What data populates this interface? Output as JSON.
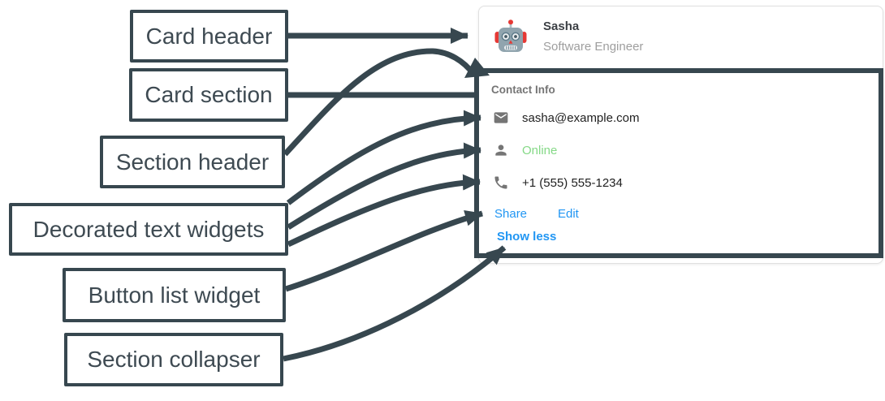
{
  "diagram": {
    "labels": [
      {
        "id": "card-header",
        "text": "Card header"
      },
      {
        "id": "card-section",
        "text": "Card section"
      },
      {
        "id": "section-header",
        "text": "Section header"
      },
      {
        "id": "decorated-text-widgets",
        "text": "Decorated text widgets"
      },
      {
        "id": "button-list-widget",
        "text": "Button list widget"
      },
      {
        "id": "section-collapser",
        "text": "Section collapser"
      }
    ]
  },
  "card": {
    "header": {
      "name": "Sasha",
      "role": "Software Engineer",
      "avatar_icon": "robot-avatar"
    },
    "section": {
      "title": "Contact Info",
      "rows": [
        {
          "icon": "email-icon",
          "text": "sasha@example.com"
        },
        {
          "icon": "person-icon",
          "text": "Online"
        },
        {
          "icon": "phone-icon",
          "text": "+1 (555) 555-1234"
        }
      ],
      "buttons": [
        {
          "label": "Share"
        },
        {
          "label": "Edit"
        }
      ],
      "collapser_label": "Show less"
    }
  },
  "colors": {
    "annotation": "#37474F",
    "link_blue": "#2196F3",
    "online_green": "#85D987",
    "icon_gray": "#757575",
    "role_gray": "#9E9E9E",
    "card_border": "#E0E0E0"
  }
}
